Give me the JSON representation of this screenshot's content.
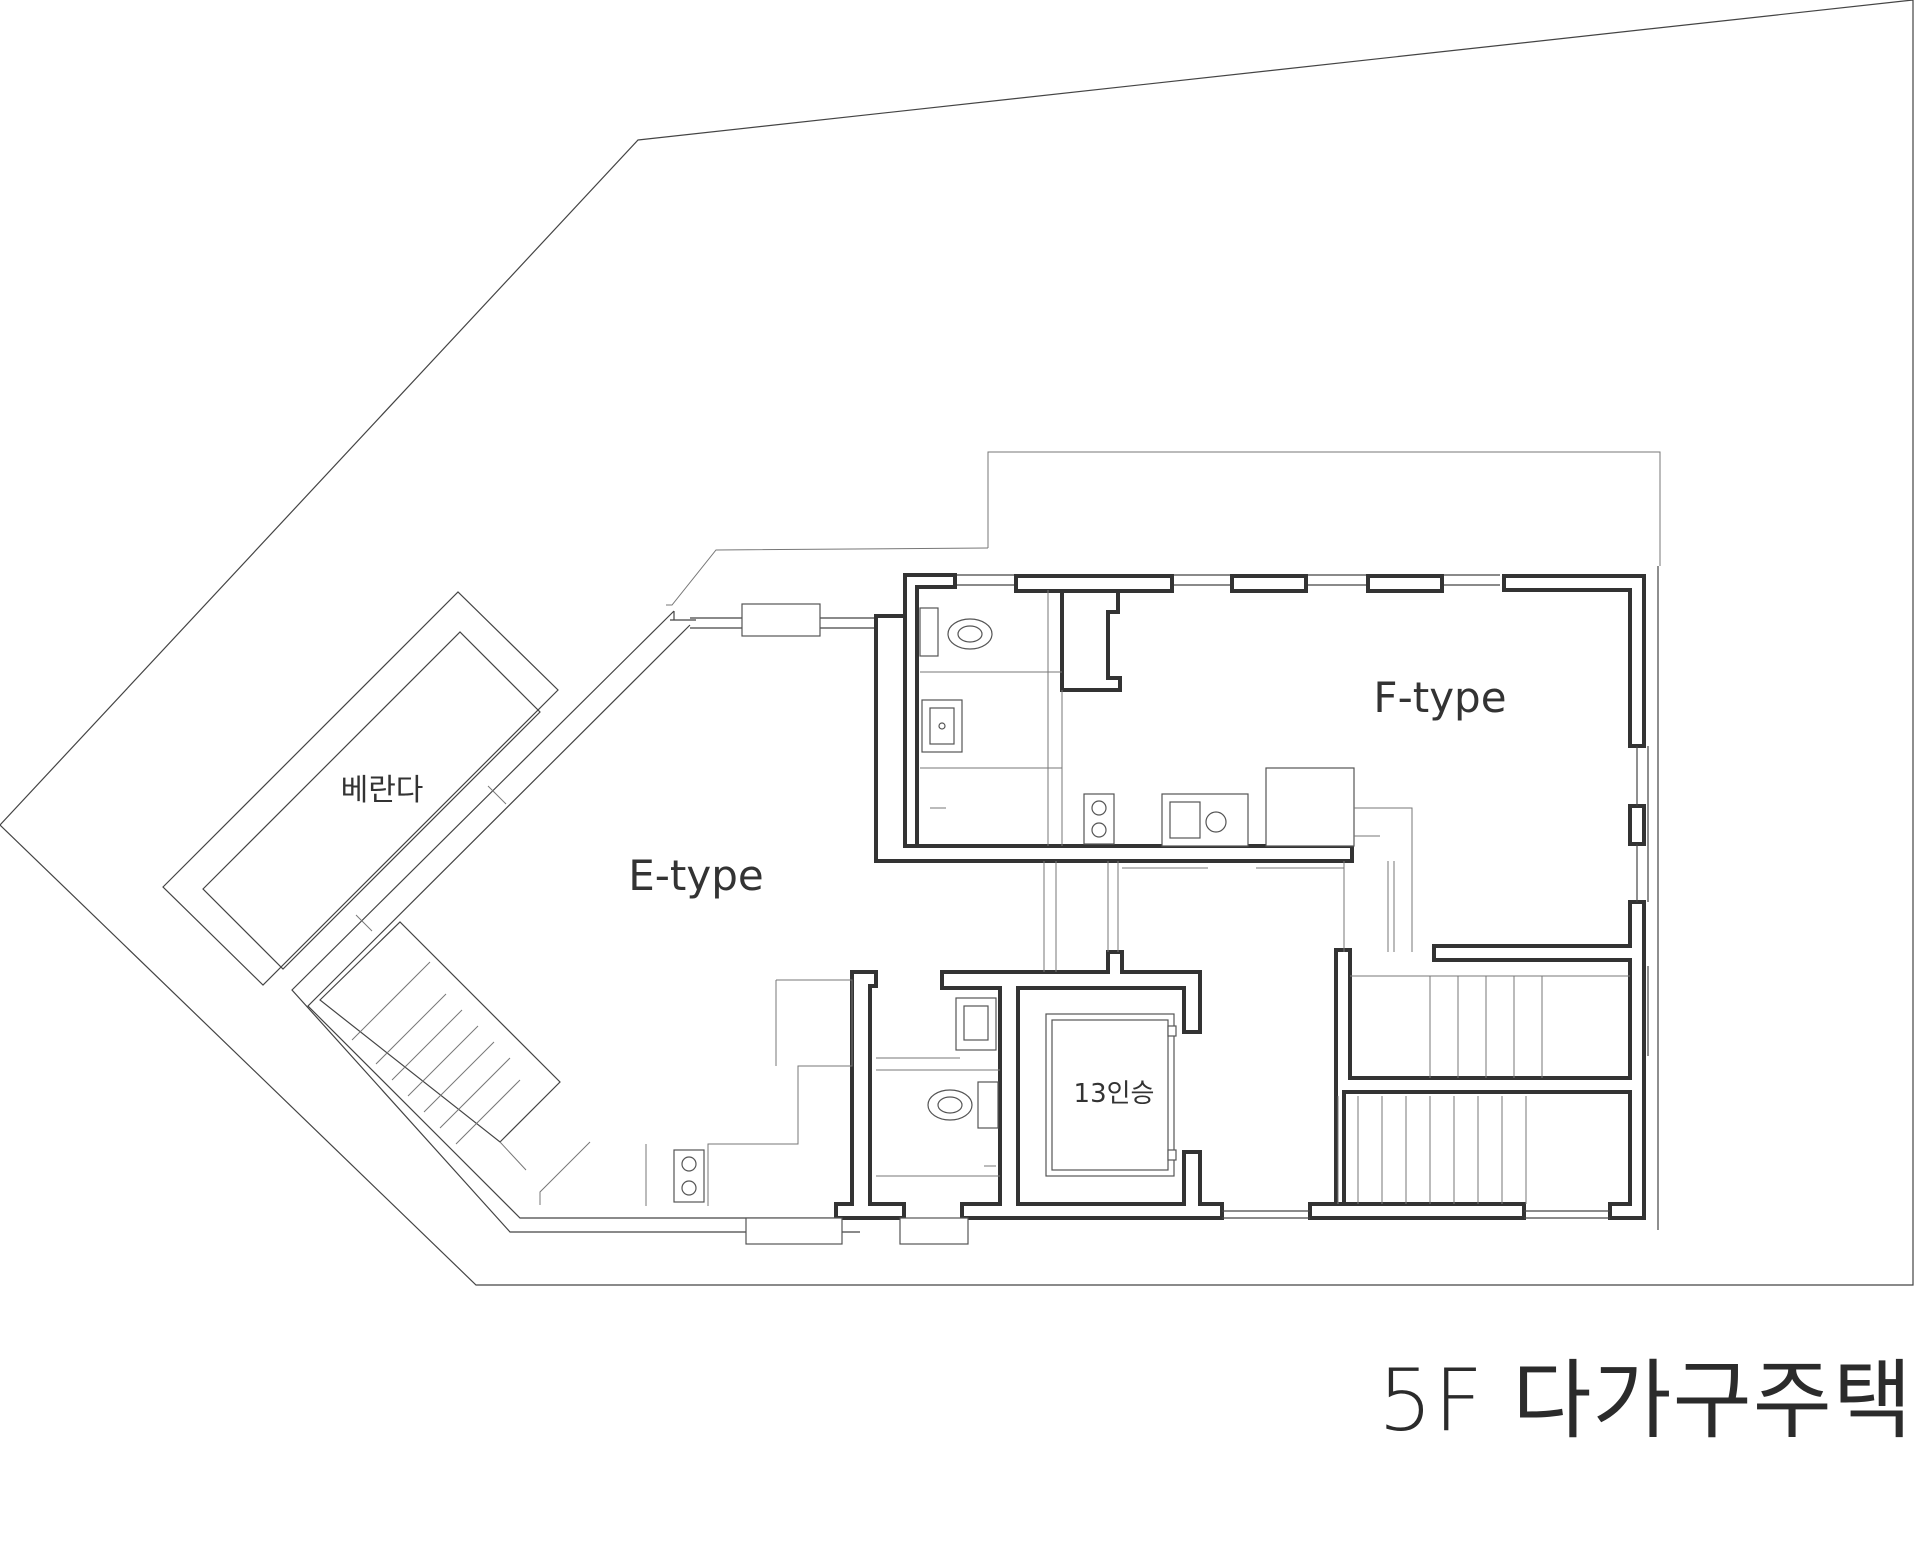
{
  "drawing": {
    "labels": {
      "balcony": "베란다",
      "unit_e": "E-type",
      "unit_f": "F-type",
      "elevator": "13인승"
    },
    "title": "5F 다가구주택"
  },
  "colors": {
    "line": "#444444",
    "wall": "#333333",
    "background": "#ffffff"
  }
}
